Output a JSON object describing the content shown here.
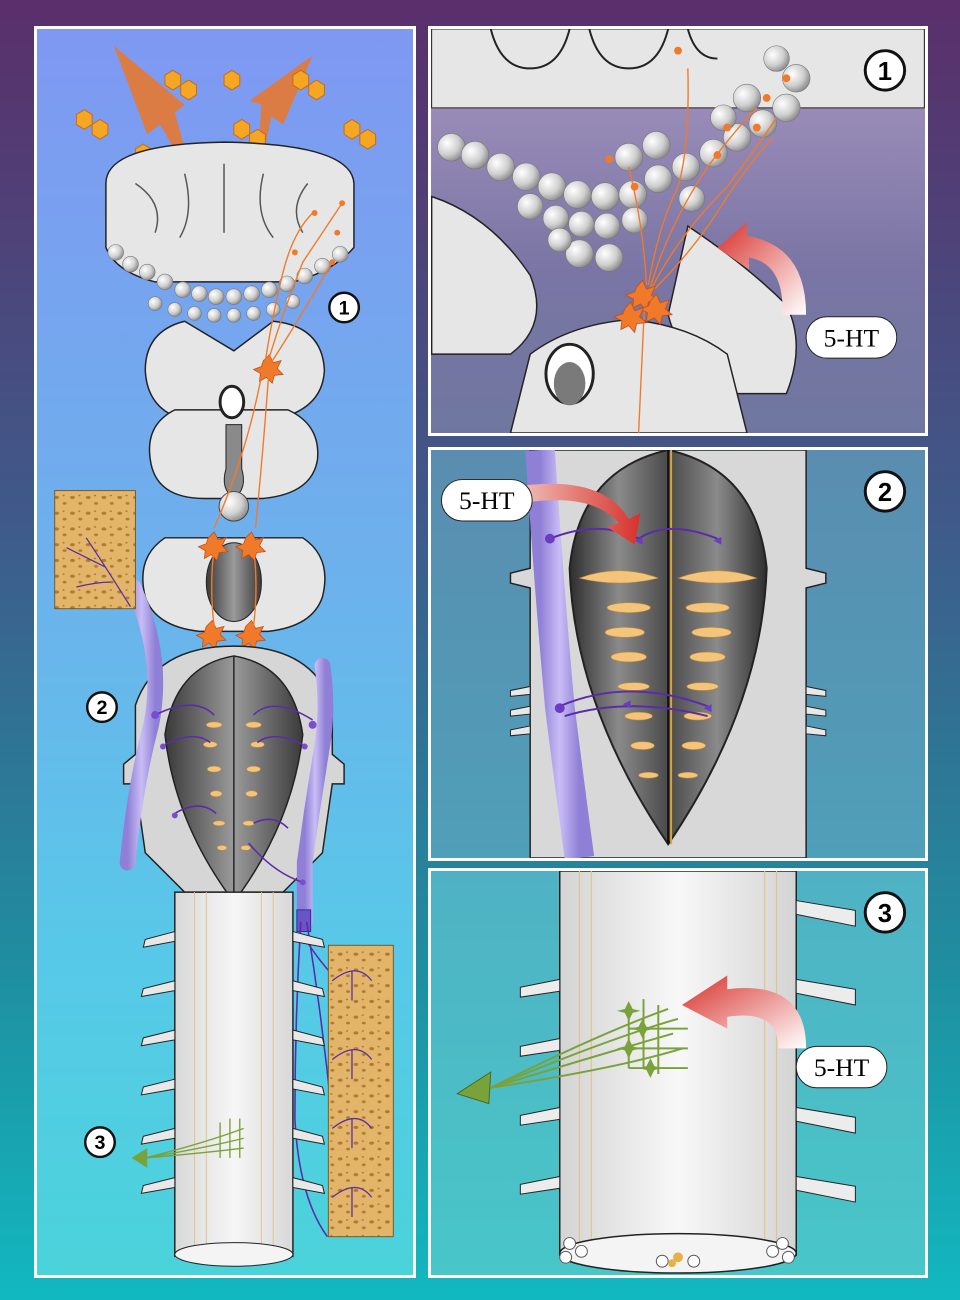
{
  "markers": {
    "main_1": "1",
    "main_2": "2",
    "main_3": "3",
    "panel1_num": "1",
    "panel2_num": "2",
    "panel3_num": "3"
  },
  "labels": {
    "panel1_transmitter": "5-HT",
    "panel2_transmitter": "5-HT",
    "panel3_transmitter": "5-HT"
  },
  "colors": {
    "background_top": "#5a2f6a",
    "background_bottom": "#12b8c0",
    "tissue": "#e8e8e8",
    "tissue_outline": "#222222",
    "neuron_orange": "#f07a2a",
    "molecule_orange": "#f5a623",
    "neuron_purple": "#5a2ca8",
    "fiber_purple": "#a898e8",
    "neuron_green": "#7aa23a",
    "arrow_red": "#d8302a",
    "gland_tan": "#e3b56a"
  }
}
